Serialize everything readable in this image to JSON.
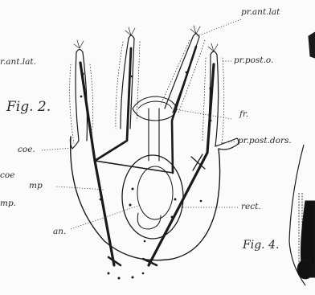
{
  "figures": {
    "fig2": "Fig. 2.",
    "fig4": "Fig. 4."
  },
  "labels": {
    "pr_ant_lat_top": "pr.ant.lat",
    "pr_ant_lat_left": "r.ant.lat.",
    "pr_post_o": "pr.post.o.",
    "fr": "fr.",
    "pr_post_dors": "pr.post.dors.",
    "coe_left": "coe.",
    "coe_edge": "coe",
    "mp_left": "mp.",
    "mp_inner": "mp",
    "rect": "rect.",
    "an": "an."
  },
  "colors": {
    "ink": "#1a1a1a",
    "paper": "#fbfbfb"
  }
}
